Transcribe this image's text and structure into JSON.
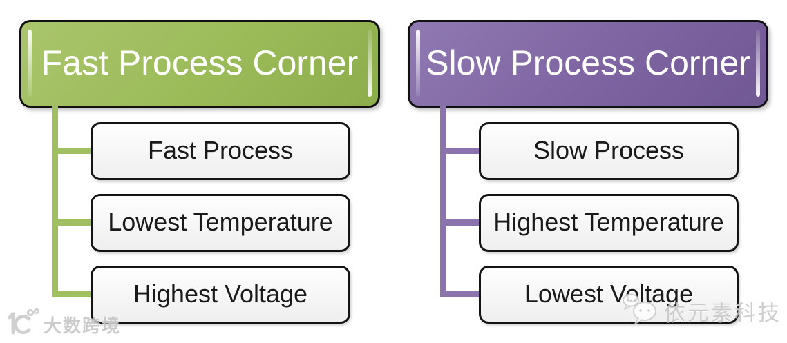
{
  "page": {
    "background": "#ffffff",
    "description": "Process corner hierarchy diagram with two trees"
  },
  "theme": {
    "green": "#9bbb59",
    "green_light": "#aac56c",
    "green_dark": "#8dad4d",
    "green_line": "#a0bf61",
    "purple": "#7e64a1",
    "purple_light": "#907ab2",
    "purple_dark": "#705894",
    "purple_line": "#8b74ad",
    "node_bg_top": "#fefefe",
    "node_bg_bottom": "#efefef",
    "node_border": "#141414",
    "node_text": "#1a1a1a",
    "header_text": "#ffffff",
    "watermark_color": "#c6c6c6"
  },
  "trees": [
    {
      "header": "Fast Process Corner",
      "accent": "#9bbb59",
      "children": [
        "Fast Process",
        "Lowest Temperature",
        "Highest Voltage"
      ]
    },
    {
      "header": "Slow Process Corner",
      "accent": "#7e64a1",
      "children": [
        "Slow Process",
        "Highest Temperature",
        "Lowest Voltage"
      ]
    }
  ],
  "watermarks": {
    "bottom_left": {
      "icon": "googol-10-100-logo",
      "text": "大数跨境"
    },
    "bottom_right": {
      "icon": "chat-bubbles-logo",
      "text": "依元素科技"
    }
  }
}
